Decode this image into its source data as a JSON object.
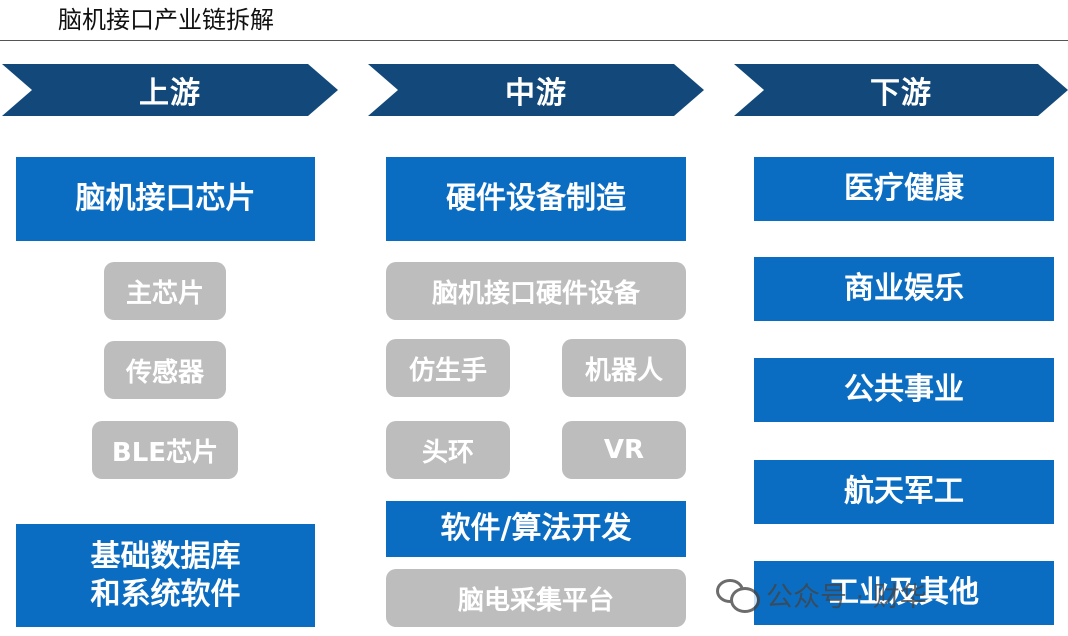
{
  "title": "脑机接口产业链拆解",
  "colors": {
    "stage_header": "#12497a",
    "primary_box": "#0b6dc2",
    "secondary_box": "#bdbdbd"
  },
  "upstream": {
    "header": "上游",
    "primary_1": "脑机接口芯片",
    "items": [
      "主芯片",
      "传感器",
      "BLE芯片"
    ],
    "primary_2_line1": "基础数据库",
    "primary_2_line2": "和系统软件"
  },
  "midstream": {
    "header": "中游",
    "primary_1": "硬件设备制造",
    "hardware_device": "脑机接口硬件设备",
    "items": [
      "仿生手",
      "机器人",
      "头环",
      "VR"
    ],
    "primary_2": "软件/算法开发",
    "platform": "脑电采集平台"
  },
  "downstream": {
    "header": "下游",
    "items": [
      "医疗健康",
      "商业娱乐",
      "公共事业",
      "航天军工",
      "工业及其他"
    ]
  },
  "watermark": {
    "icon": "wechat-icon",
    "text": "公众号 · 财华"
  }
}
